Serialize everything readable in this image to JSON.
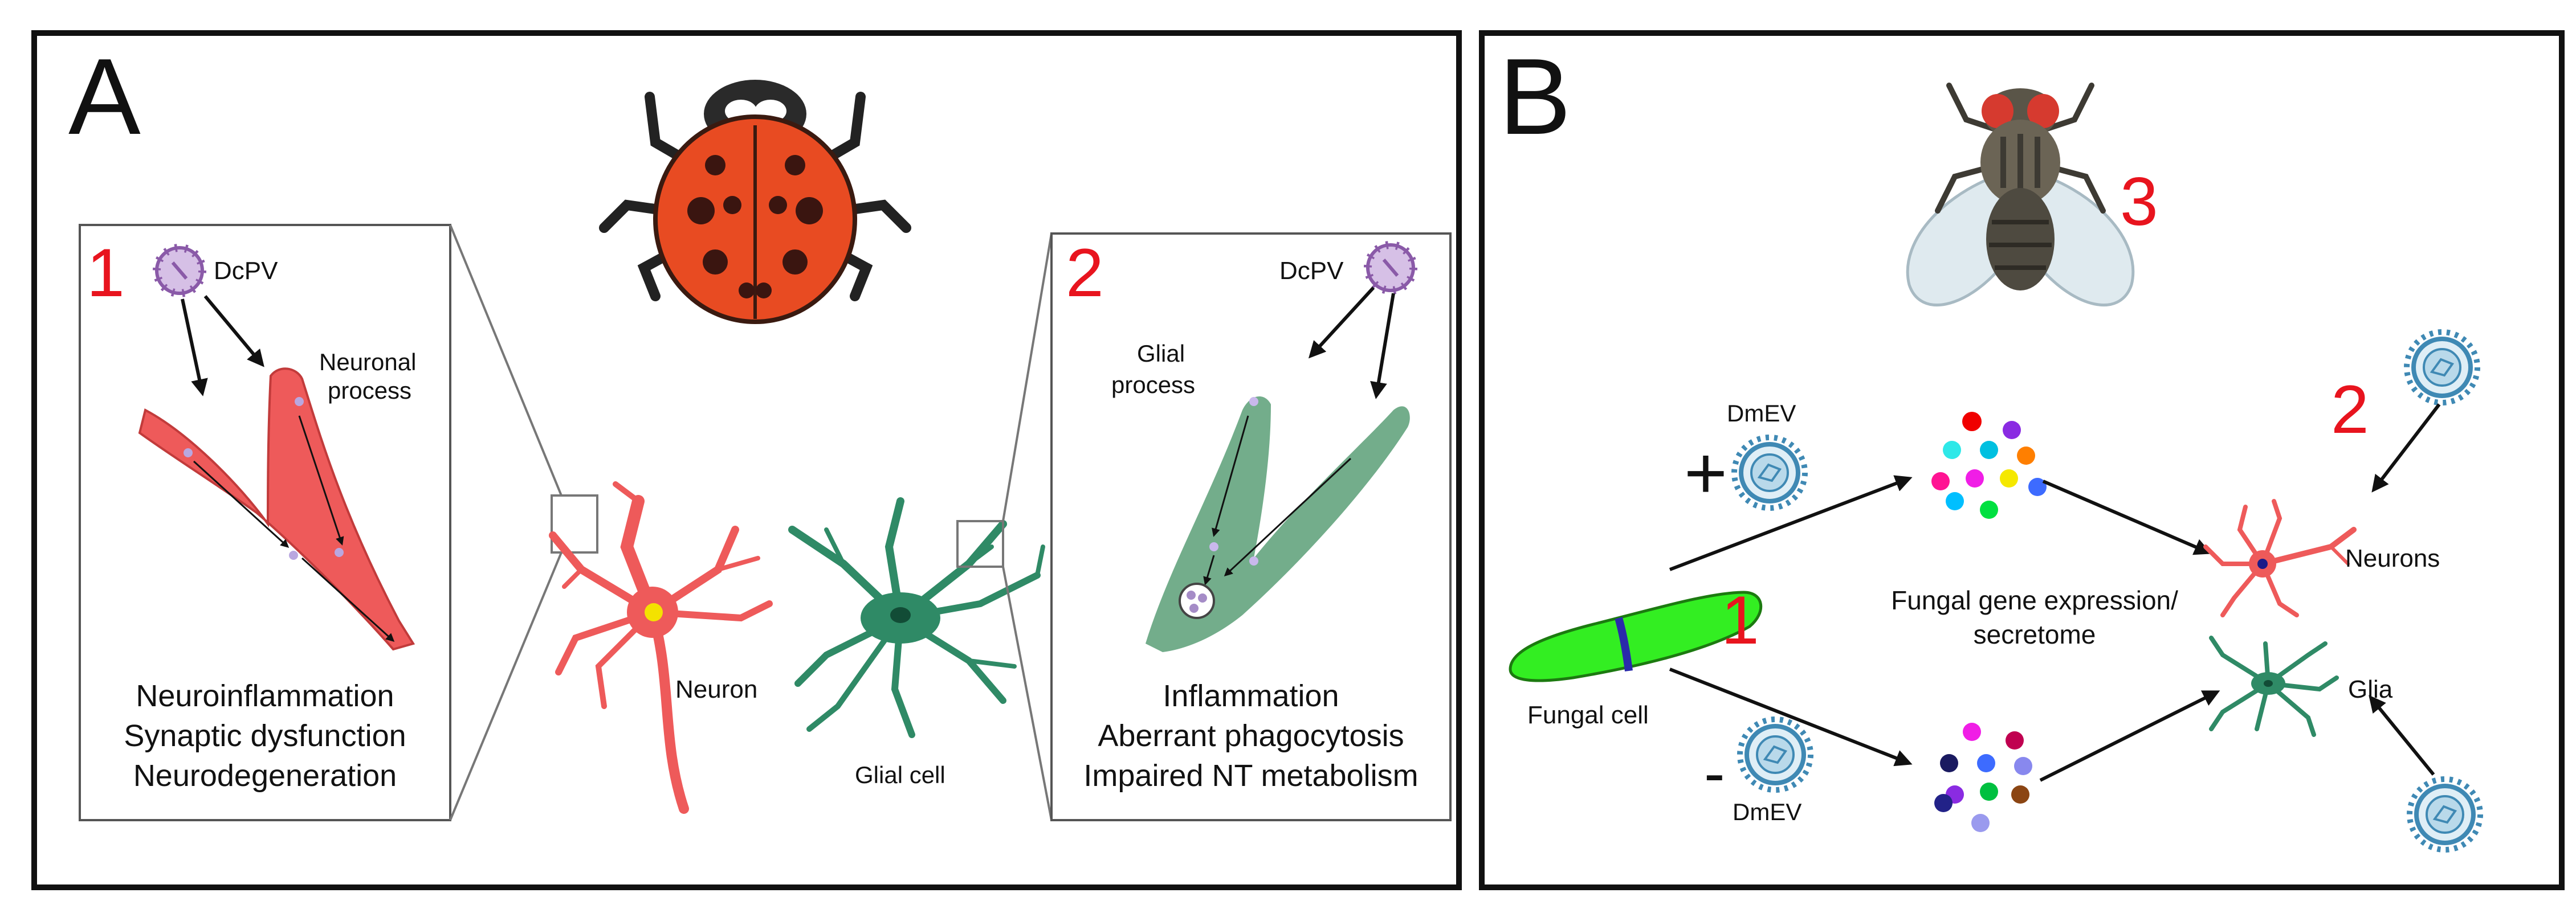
{
  "panel_a": {
    "letter": "A",
    "box1": {
      "number": "1",
      "virus_label": "DcPV",
      "process_label_line1": "Neuronal",
      "process_label_line2": "process",
      "effects": [
        "Neuroinflammation",
        "Synaptic dysfunction",
        "Neurodegeneration"
      ]
    },
    "box2": {
      "number": "2",
      "virus_label": "DcPV",
      "process_label_line1": "Glial",
      "process_label_line2": "process",
      "effects": [
        "Inflammation",
        "Aberrant phagocytosis",
        "Impaired NT metabolism"
      ]
    },
    "neuron_label": "Neuron",
    "glia_label": "Glial cell"
  },
  "panel_b": {
    "letter": "B",
    "fly_number": "3",
    "number_1": "1",
    "number_2": "2",
    "plus_sign": "+",
    "minus_sign": "-",
    "virus_plus_label": "DmEV",
    "virus_minus_label": "DmEV",
    "fungal_cell_label": "Fungal cell",
    "expression_line1": "Fungal gene expression/",
    "expression_line2": "secretome",
    "neurons_label": "Neurons",
    "glia_label": "Glia"
  },
  "colors": {
    "number_red": "#e8141e",
    "neuron_red": "#ee5a5a",
    "glia_green": "#2f8a66",
    "glia_light": "#73ad8b",
    "fungal_green": "#33ee22",
    "virus_blue": "#3f89b4"
  }
}
